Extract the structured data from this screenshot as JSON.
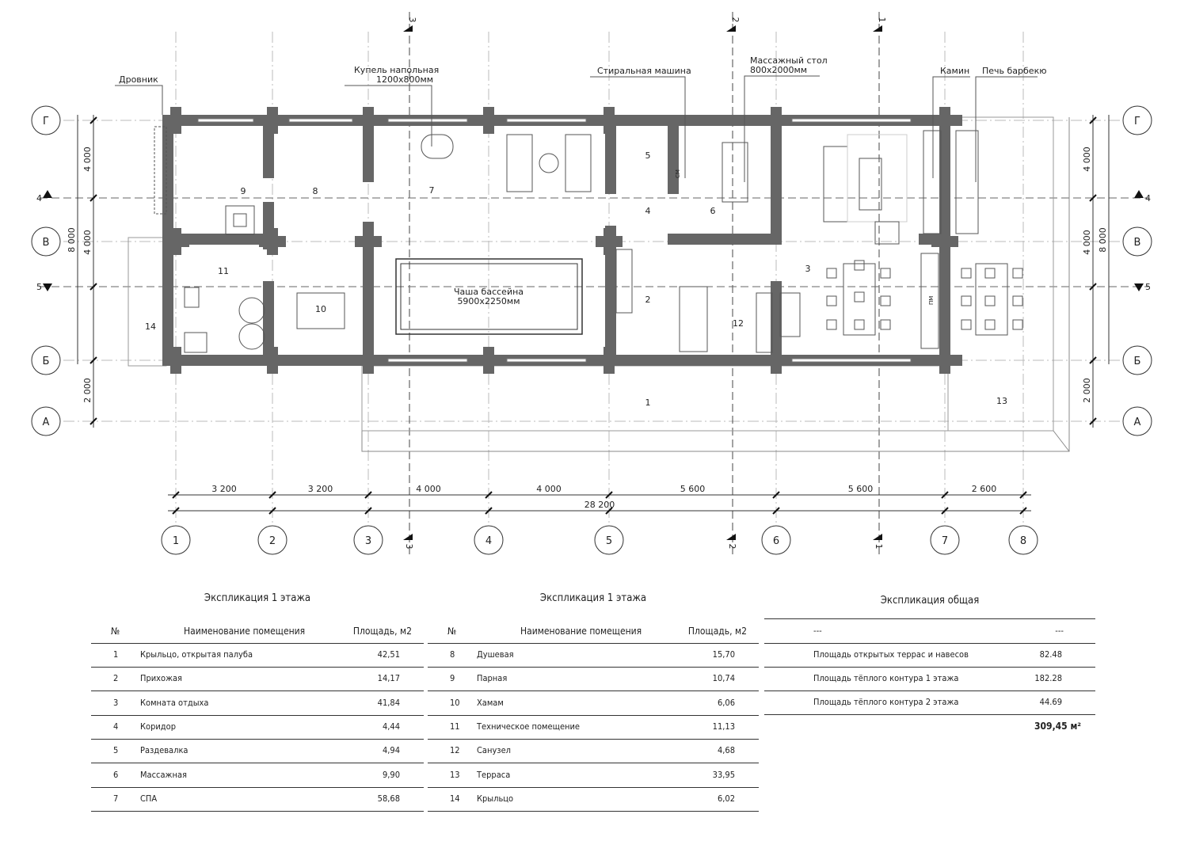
{
  "plan": {
    "callouts": {
      "firewood": "Дровник",
      "font_tub": "Купель напольная",
      "font_tub_size": "1200х800мм",
      "washing_machine": "Стиральная машина",
      "massage_table": "Массажный стол",
      "massage_table_size": "800х2000мм",
      "fireplace": "Камин",
      "bbq": "Печь барбекю",
      "pool": "Чаша бассейна",
      "pool_size": "5900х2250мм",
      "sm": "СМ",
      "pm": "ПМ"
    },
    "col_axes": [
      "1",
      "2",
      "3",
      "4",
      "5",
      "6",
      "7",
      "8"
    ],
    "row_axes": [
      "Г",
      "В",
      "Б",
      "А"
    ],
    "sections": [
      "3",
      "2",
      "1"
    ],
    "side_sections": [
      "4",
      "5"
    ],
    "rooms": [
      "1",
      "2",
      "3",
      "4",
      "5",
      "6",
      "7",
      "8",
      "9",
      "10",
      "11",
      "12",
      "13",
      "14"
    ],
    "dims_bottom": [
      "3 200",
      "3 200",
      "4 000",
      "4 000",
      "5 600",
      "5 600",
      "2 600"
    ],
    "dim_total": "28 200",
    "dims_side": [
      "4 000",
      "4 000",
      "2 000"
    ],
    "dim_side_total": "8 000"
  },
  "table1": {
    "title": "Экспликация 1 этажа",
    "headers": [
      "№",
      "Наименование помещения",
      "Площадь, м2"
    ],
    "rows": [
      [
        "1",
        "Крыльцо, открытая палуба",
        "42,51"
      ],
      [
        "2",
        "Прихожая",
        "14,17"
      ],
      [
        "3",
        "Комната отдыха",
        "41,84"
      ],
      [
        "4",
        "Коридор",
        "4,44"
      ],
      [
        "5",
        "Раздевалка",
        "4,94"
      ],
      [
        "6",
        "Массажная",
        "9,90"
      ],
      [
        "7",
        "СПА",
        "58,68"
      ]
    ]
  },
  "table2": {
    "title": "Экспликация 1 этажа",
    "headers": [
      "№",
      "Наименование помещения",
      "Площадь, м2"
    ],
    "rows": [
      [
        "8",
        "Душевая",
        "15,70"
      ],
      [
        "9",
        "Парная",
        "10,74"
      ],
      [
        "10",
        "Хамам",
        "6,06"
      ],
      [
        "11",
        "Техническое помещение",
        "11,13"
      ],
      [
        "12",
        "Санузел",
        "4,68"
      ],
      [
        "13",
        "Терраса",
        "33,95"
      ],
      [
        "14",
        "Крыльцо",
        "6,02"
      ]
    ]
  },
  "table3": {
    "title": "Экспликация общая",
    "headers": [
      "---",
      "---"
    ],
    "rows": [
      [
        "Площадь открытых террас и навесов",
        "82.48"
      ],
      [
        "Площадь тёплого контура 1 этажа",
        "182.28"
      ],
      [
        "Площадь тёплого контура 2 этажа",
        "44.69"
      ]
    ],
    "total": "309,45 м²"
  }
}
